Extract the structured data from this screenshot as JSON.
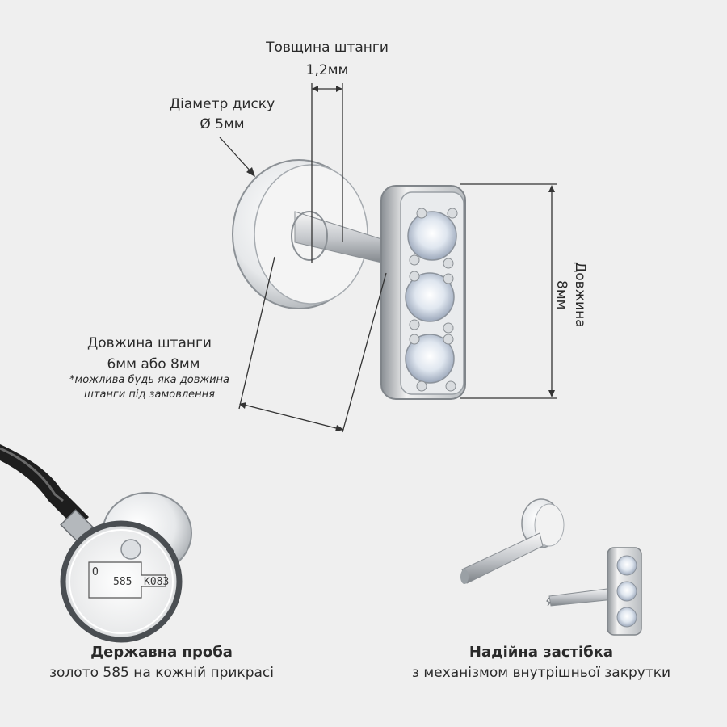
{
  "labels": {
    "rod_thickness_title": "Товщина штанги",
    "rod_thickness_value": "1,2мм",
    "disk_diameter_title": "Діаметр диску",
    "disk_diameter_value": "Ø 5мм",
    "length_title": "Довжина",
    "length_value": "8мм",
    "rod_length_title": "Довжина штанги",
    "rod_length_value": "6мм або 8мм",
    "rod_length_note_1": "*можлива будь яка довжина",
    "rod_length_note_2": "штанги під замовлення"
  },
  "hallmark": {
    "standard": "585",
    "code": "К083",
    "prefix": "О"
  },
  "features": [
    {
      "title": "Державна проба",
      "subtitle": "золото 585 на кожній прикрасі"
    },
    {
      "title": "Надійна застібка",
      "subtitle": "з механізмом внутрішньої закрутки"
    }
  ],
  "colors": {
    "background": "#efefef",
    "metal": "#c8cbce",
    "line": "#333333"
  }
}
